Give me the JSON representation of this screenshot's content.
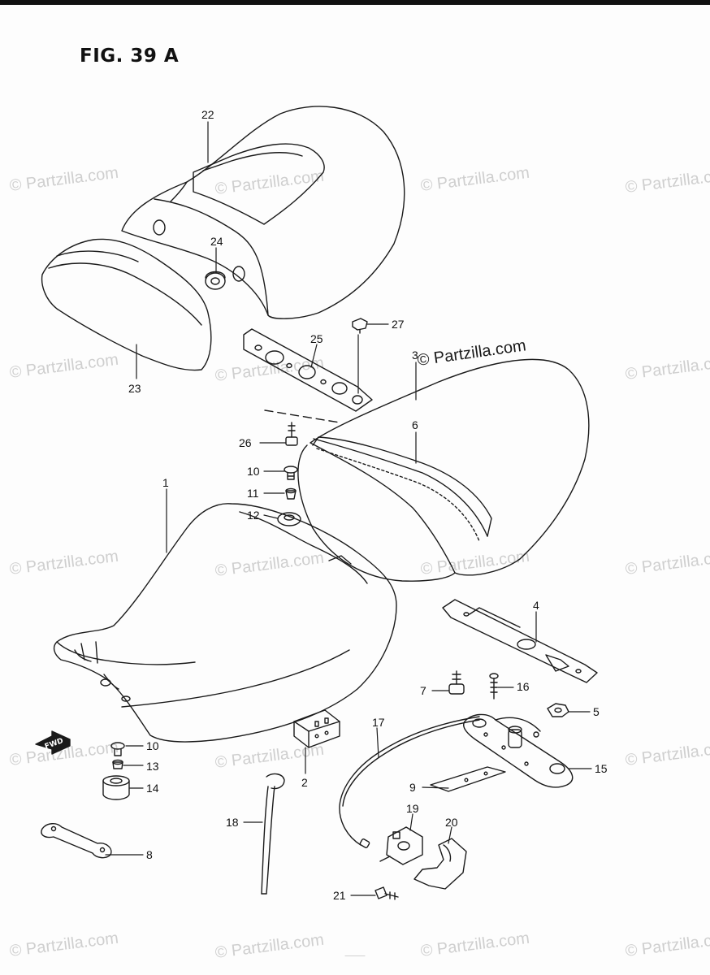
{
  "figure": {
    "title": "FIG. 39 A"
  },
  "watermark": {
    "text": "© Partzilla.com",
    "highlighted_text": "© Partzilla.com"
  },
  "direction_marker": {
    "text": "FWD"
  },
  "callouts": [
    {
      "id": "22",
      "label": "22"
    },
    {
      "id": "24",
      "label": "24"
    },
    {
      "id": "27",
      "label": "27"
    },
    {
      "id": "25",
      "label": "25"
    },
    {
      "id": "3",
      "label": "3"
    },
    {
      "id": "6",
      "label": "6"
    },
    {
      "id": "23",
      "label": "23"
    },
    {
      "id": "26",
      "label": "26"
    },
    {
      "id": "10a",
      "label": "10"
    },
    {
      "id": "11",
      "label": "11"
    },
    {
      "id": "12",
      "label": "12"
    },
    {
      "id": "1",
      "label": "1"
    },
    {
      "id": "4",
      "label": "4"
    },
    {
      "id": "7",
      "label": "7"
    },
    {
      "id": "16",
      "label": "16"
    },
    {
      "id": "5",
      "label": "5"
    },
    {
      "id": "17",
      "label": "17"
    },
    {
      "id": "15",
      "label": "15"
    },
    {
      "id": "10b",
      "label": "10"
    },
    {
      "id": "13",
      "label": "13"
    },
    {
      "id": "14",
      "label": "14"
    },
    {
      "id": "2",
      "label": "2"
    },
    {
      "id": "9",
      "label": "9"
    },
    {
      "id": "19",
      "label": "19"
    },
    {
      "id": "20",
      "label": "20"
    },
    {
      "id": "18",
      "label": "18"
    },
    {
      "id": "8",
      "label": "8"
    },
    {
      "id": "21",
      "label": "21"
    }
  ],
  "footer": {
    "text": "—————"
  },
  "colors": {
    "line": "#1a1a1a",
    "watermark": "#cfcfcf",
    "background": "#fdfdfd"
  }
}
